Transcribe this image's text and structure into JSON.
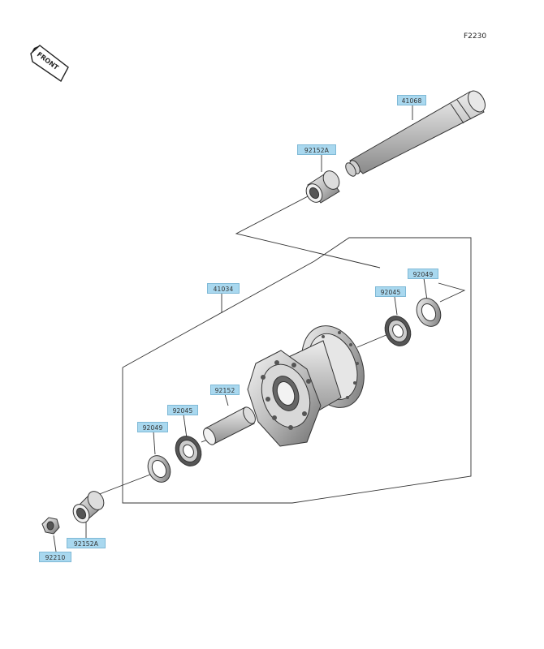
{
  "figure_code": "F2230",
  "front_marker": "FRONT",
  "parts": [
    {
      "id": "axle",
      "code": "41068"
    },
    {
      "id": "collar-upper",
      "code": "92152A"
    },
    {
      "id": "hub-assembly",
      "code": "41034"
    },
    {
      "id": "oil-seal-right",
      "code": "92049"
    },
    {
      "id": "bearing-right",
      "code": "92045"
    },
    {
      "id": "spacer",
      "code": "92152"
    },
    {
      "id": "bearing-left",
      "code": "92045"
    },
    {
      "id": "oil-seal-left",
      "code": "92049"
    },
    {
      "id": "collar-lower",
      "code": "92152A"
    },
    {
      "id": "nut",
      "code": "92210"
    }
  ]
}
